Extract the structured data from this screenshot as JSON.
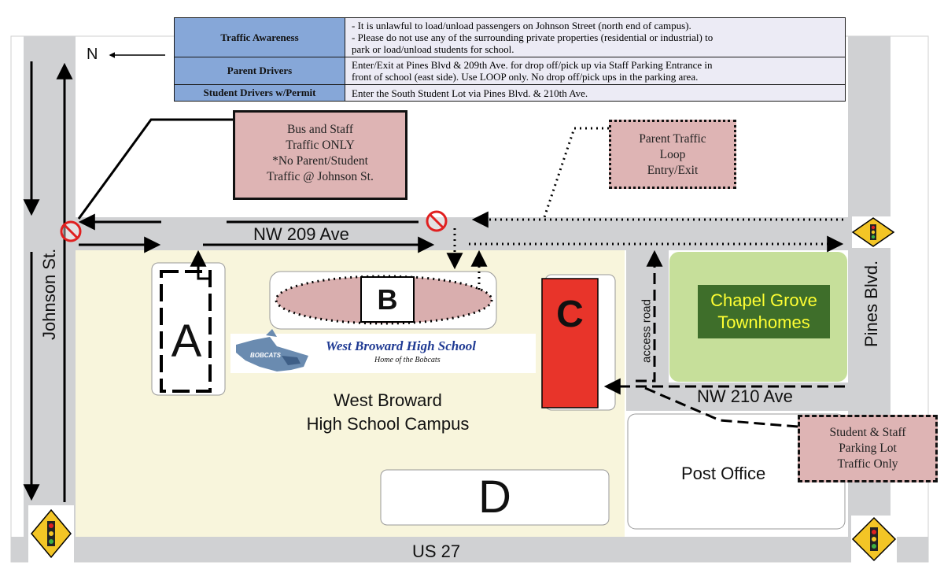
{
  "legend_table": [
    {
      "title": "Traffic Awareness",
      "lines": [
        "- It is unlawful to load/unload passengers on Johnson Street (north end of campus).",
        "- Please do not use any of the surrounding private properties (residential or industrial) to",
        "park or load/unload students for school."
      ]
    },
    {
      "title": "Parent Drivers",
      "lines": [
        "Enter/Exit at Pines Blvd & 209th Ave. for drop off/pick up via Staff Parking Entrance in",
        "front of school (east side). Use LOOP only.  No drop off/pick ups in the parking area."
      ]
    },
    {
      "title": "Student Drivers w/Permit",
      "lines": [
        "Enter the South Student Lot via Pines Blvd. & 210th Ave."
      ]
    }
  ],
  "north_label": "N",
  "streets": {
    "johnson": "Johnson St.",
    "pines": "Pines Blvd.",
    "nw209": "NW 209 Ave",
    "nw210": "NW 210 Ave",
    "us27": "US 27",
    "access": "access road"
  },
  "buildings": {
    "a": "A",
    "b": "B",
    "c": "C",
    "d": "D"
  },
  "campus_label": [
    "West Broward",
    "High School Campus"
  ],
  "school_logo": {
    "name": "West Broward High School",
    "tagline": "Home of the Bobcats",
    "mascot_text": "BOBCATS"
  },
  "townhomes": [
    "Chapel Grove",
    "Townhomes"
  ],
  "post_office": "Post Office",
  "callouts": {
    "bus": [
      "Bus and Staff",
      "Traffic ONLY",
      "*No Parent/Student",
      "Traffic @ Johnson St."
    ],
    "parent": [
      "Parent Traffic",
      "Loop",
      "Entry/Exit"
    ],
    "student": [
      "Student & Staff",
      "Parking Lot",
      "Traffic Only"
    ]
  },
  "colors": {
    "road": "#d0d1d3",
    "campus": "#f8f5dc",
    "building_c": "#e8342a",
    "oval": "#d9aeae",
    "callout": "#deb4b4",
    "townhomes_lawn": "#c6df9a",
    "townhomes_label_bg": "#3e6e2a",
    "townhomes_label_text": "#ffff33",
    "table_head": "#86a7d8",
    "table_body": "#ecebf5",
    "no_entry": "#e02020",
    "traffic_sign": "#f3c526"
  },
  "icons": [
    "traffic-light-icon",
    "no-entry-icon",
    "north-arrow-icon",
    "bobcat-mascot-icon"
  ]
}
